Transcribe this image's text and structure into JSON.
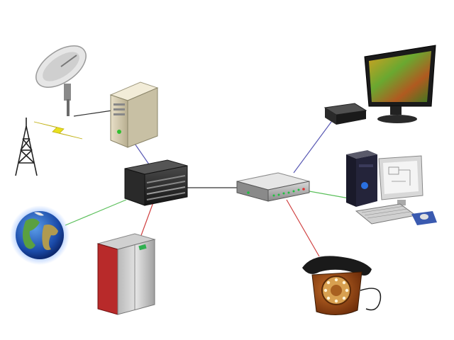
{
  "diagram": {
    "background": "#ffffff",
    "nodes": [
      {
        "id": "satellite-dish",
        "icon": "satellite-dish-icon"
      },
      {
        "id": "radio-tower",
        "icon": "radio-tower-icon"
      },
      {
        "id": "server-tower",
        "icon": "server-tower-icon"
      },
      {
        "id": "network-switch",
        "icon": "network-switch-icon"
      },
      {
        "id": "globe",
        "icon": "globe-icon"
      },
      {
        "id": "mainframe",
        "icon": "mainframe-icon"
      },
      {
        "id": "router",
        "icon": "router-icon"
      },
      {
        "id": "monitor-with-box",
        "icon": "monitor-icon"
      },
      {
        "id": "desktop-computer",
        "icon": "desktop-computer-icon"
      },
      {
        "id": "rotary-telephone",
        "icon": "rotary-telephone-icon"
      }
    ],
    "links": [
      {
        "from": "satellite-dish",
        "to": "server-tower",
        "color": "#333333"
      },
      {
        "from": "server-tower",
        "to": "network-switch",
        "color": "#5a5ab4"
      },
      {
        "from": "globe",
        "to": "network-switch",
        "color": "#5cc05c"
      },
      {
        "from": "mainframe",
        "to": "network-switch",
        "color": "#d04040"
      },
      {
        "from": "network-switch",
        "to": "router",
        "color": "#333333"
      },
      {
        "from": "router",
        "to": "monitor-with-box",
        "color": "#5a5ab4"
      },
      {
        "from": "router",
        "to": "desktop-computer",
        "color": "#5cc05c"
      },
      {
        "from": "router",
        "to": "rotary-telephone",
        "color": "#d04040"
      }
    ]
  }
}
